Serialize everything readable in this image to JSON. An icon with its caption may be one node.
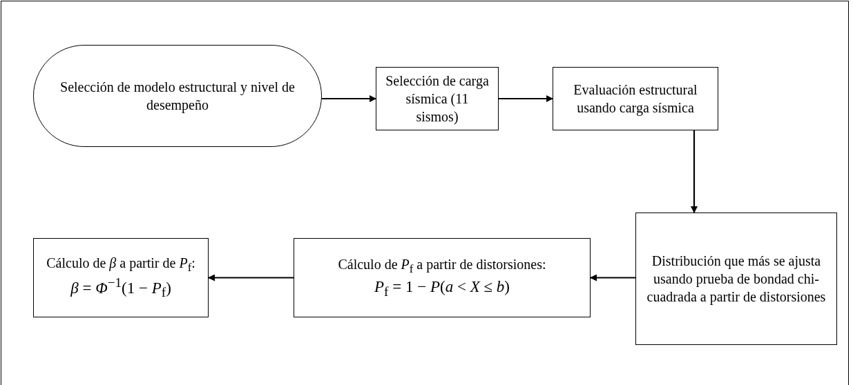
{
  "diagram": {
    "nodes": [
      {
        "text": [
          "Selección de modelo estructural y nivel de desempeño"
        ]
      },
      {
        "text": [
          "Selección de carga sísmica (11 sismos)"
        ]
      },
      {
        "text": [
          "Evaluación estructural usando carga sísmica"
        ]
      },
      {
        "text": [
          "Distribución que más se ajusta usando prueba de bondad chi-cuadrada a partir de distorsiones"
        ]
      },
      {
        "text": [
          "Cálculo de *P*$_{f}$ a partir de distorsiones:",
          "*P*$_{f}$ = 1 − *P*(*a* < *X* ≤ *b*)"
        ]
      },
      {
        "text": [
          "Cálculo de *β* a partir de *P*$_{f}$:",
          "*β* = *Φ*$^{−1}$(1 − *P*$_{f}$)"
        ]
      }
    ],
    "edges": [
      {
        "from": 0,
        "to": 1,
        "arrow": "to"
      },
      {
        "from": 1,
        "to": 2,
        "arrow": "to"
      },
      {
        "from": 2,
        "to": 3,
        "arrow": "to"
      },
      {
        "from": 3,
        "to": 4,
        "arrow": "to"
      },
      {
        "from": 4,
        "to": 5,
        "arrow": "to"
      }
    ]
  }
}
